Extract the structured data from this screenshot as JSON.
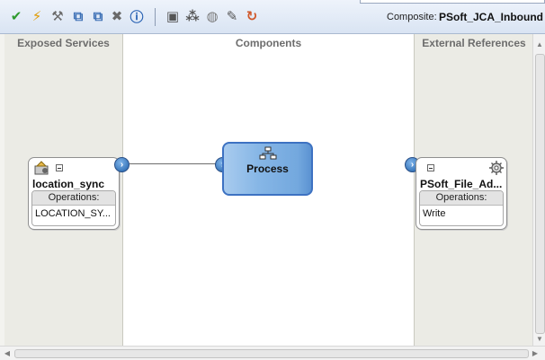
{
  "toolbar": {
    "buttons": [
      {
        "name": "validate-icon",
        "glyph": "✔",
        "color": "#2e9a2e"
      },
      {
        "name": "deploy-icon",
        "glyph": "⚡",
        "color": "#e09a00"
      },
      {
        "name": "wrench-icon",
        "glyph": "⚒",
        "color": "#6a6a6a"
      },
      {
        "name": "copy-icon",
        "glyph": "⧉",
        "color": "#3c6fb5"
      },
      {
        "name": "paste-icon",
        "glyph": "⧉",
        "color": "#3c6fb5"
      },
      {
        "name": "delete-icon",
        "glyph": "✖",
        "color": "#6a6a6a"
      },
      {
        "name": "info-icon",
        "glyph": "ⓘ",
        "color": "#1f5bb0"
      },
      {
        "name": "zoom-icon",
        "glyph": "▣",
        "color": "#555555"
      },
      {
        "name": "layout-icon",
        "glyph": "⁂",
        "color": "#555555"
      },
      {
        "name": "test-icon",
        "glyph": "◍",
        "color": "#7a7a7a"
      },
      {
        "name": "edit-icon",
        "glyph": "✎",
        "color": "#555555"
      },
      {
        "name": "refresh-icon",
        "glyph": "↻",
        "color": "#d0582a"
      }
    ],
    "composite_label": "Composite:",
    "composite_name": "PSoft_JCA_Inbound"
  },
  "columns": {
    "left_title": "Exposed Services",
    "middle_title": "Components",
    "right_title": "External References"
  },
  "service": {
    "name": "location_sync",
    "operations_label": "Operations:",
    "operation": "LOCATION_SY..."
  },
  "component": {
    "name": "Process"
  },
  "reference": {
    "name": "PSoft_File_Ad...",
    "operations_label": "Operations:",
    "operation": "Write"
  },
  "colors": {
    "toolbar_bg": "#dfe8f5",
    "swimlane_bg": "#ebebe5",
    "process_fill": "#86b6e6",
    "port_blue": "#1e5fa8"
  }
}
